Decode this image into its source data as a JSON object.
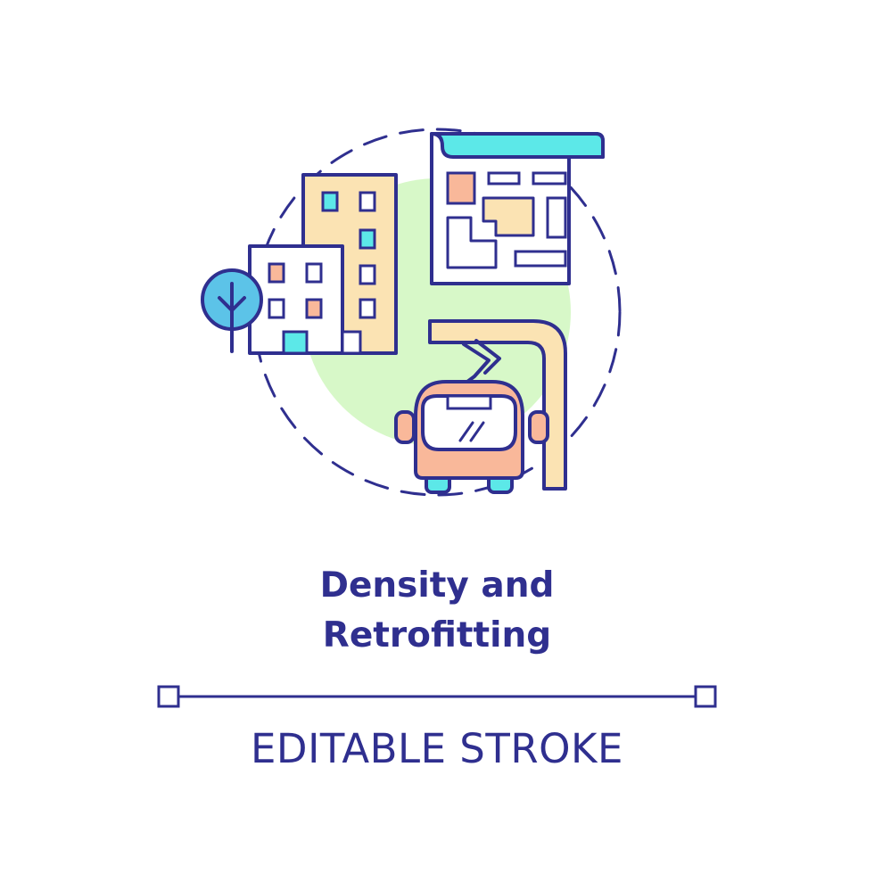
{
  "title": {
    "line1": "Density and",
    "line2": "Retrofitting"
  },
  "caption": "EDITABLE STROKE",
  "colors": {
    "outline": "#2f2f8f",
    "accent_cyan": "#5ce8e8",
    "accent_peach": "#f9b89a",
    "accent_sand": "#fbe3b3",
    "accent_green": "#d7f8c8",
    "tree_blue": "#5cc3e8"
  },
  "icons": {
    "main": "density-retrofitting-icon",
    "buildings": "apartment-buildings-icon",
    "tree": "tree-icon",
    "map": "city-map-icon",
    "bus": "trolleybus-icon",
    "stop": "bus-stop-icon"
  }
}
